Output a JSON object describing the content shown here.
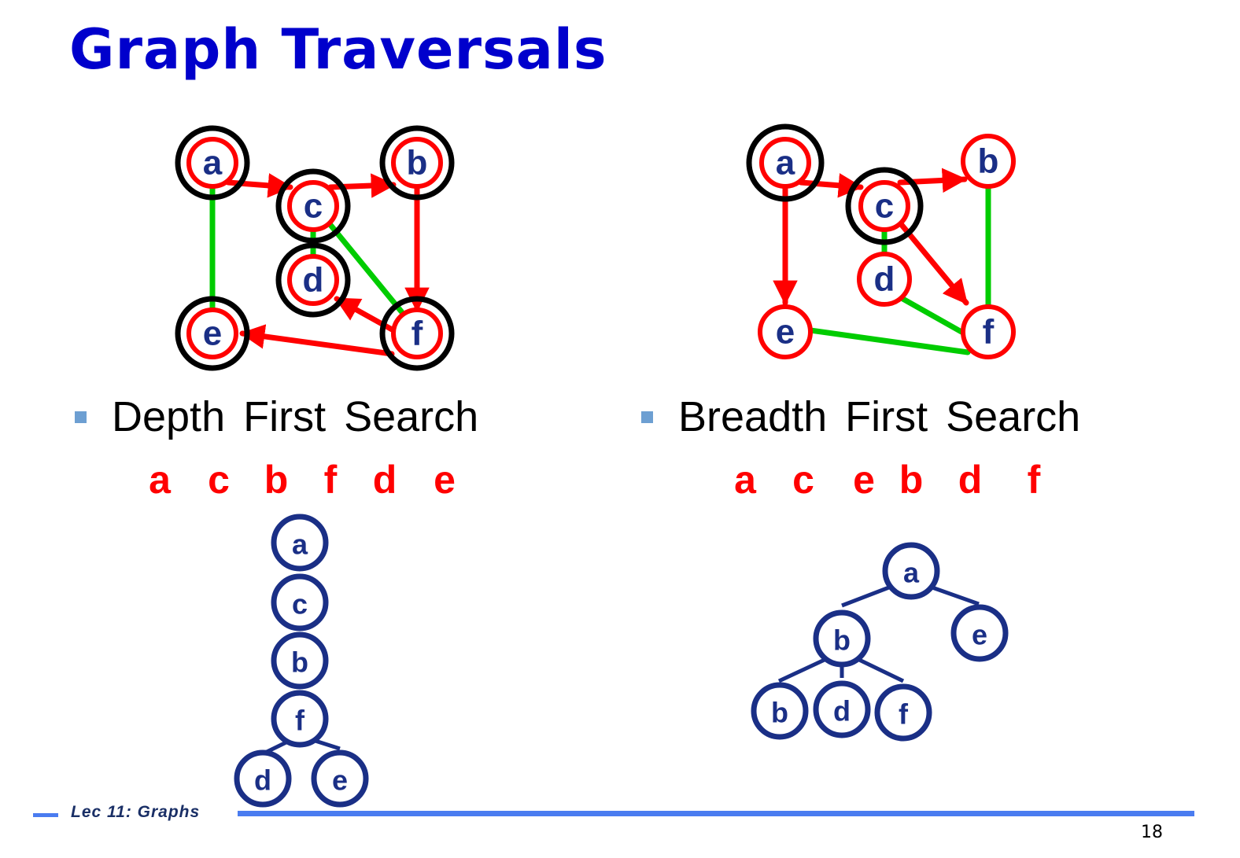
{
  "title": "Graph Traversals",
  "colors": {
    "title": "#0000cc",
    "visited_edge": "#ff0000",
    "unused_edge": "#00cc00",
    "node_ring": "#ff0000",
    "visited_ring": "#000000",
    "node_label": "#1a2f86",
    "tree": "#1a2f86",
    "bullet": "#6d9fd2",
    "footer_bar": "#4a7cf0"
  },
  "dfs": {
    "heading": "Depth First Search",
    "order": [
      "a",
      "c",
      "b",
      "f",
      "d",
      "e"
    ],
    "graph_nodes": [
      "a",
      "b",
      "c",
      "d",
      "e",
      "f"
    ],
    "tree_nodes": [
      "a",
      "c",
      "b",
      "f",
      "d",
      "e"
    ]
  },
  "bfs": {
    "heading": "Breadth First Search",
    "order": [
      "a",
      "c",
      "e",
      "b",
      "d",
      "f"
    ],
    "graph_nodes": [
      "a",
      "b",
      "c",
      "d",
      "e",
      "f"
    ],
    "tree_nodes": [
      "a",
      "b",
      "e",
      "b",
      "d",
      "f"
    ]
  },
  "footer": {
    "label": "Lec 11: Graphs",
    "page_number": "18"
  }
}
